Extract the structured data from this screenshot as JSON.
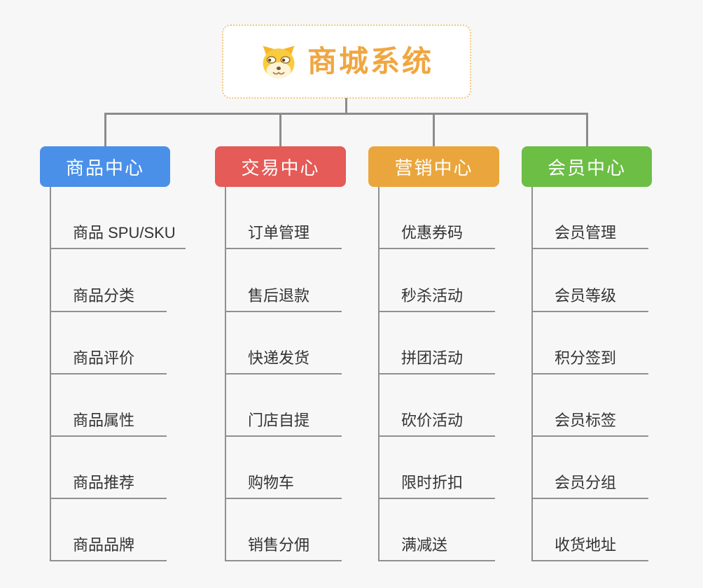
{
  "root": {
    "title": "商城系统",
    "icon": "doge-icon"
  },
  "branches": [
    {
      "label": "商品中心",
      "color": "#4A90E8",
      "items": [
        "商品 SPU/SKU",
        "商品分类",
        "商品评价",
        "商品属性",
        "商品推荐",
        "商品品牌"
      ]
    },
    {
      "label": "交易中心",
      "color": "#E45B57",
      "items": [
        "订单管理",
        "售后退款",
        "快递发货",
        "门店自提",
        "购物车",
        "销售分佣"
      ]
    },
    {
      "label": "营销中心",
      "color": "#EAA63C",
      "items": [
        "优惠券码",
        "秒杀活动",
        "拼团活动",
        "砍价活动",
        "限时折扣",
        "满减送"
      ]
    },
    {
      "label": "会员中心",
      "color": "#6CBE45",
      "items": [
        "会员管理",
        "会员等级",
        "积分签到",
        "会员标签",
        "会员分组",
        "收货地址"
      ]
    }
  ],
  "colors": {
    "background": "#F7F7F7",
    "connector": "#8C8C8C",
    "subline": "#909090",
    "item_text": "#333333",
    "root_text": "#F0A640",
    "root_border": "#F4C579"
  }
}
